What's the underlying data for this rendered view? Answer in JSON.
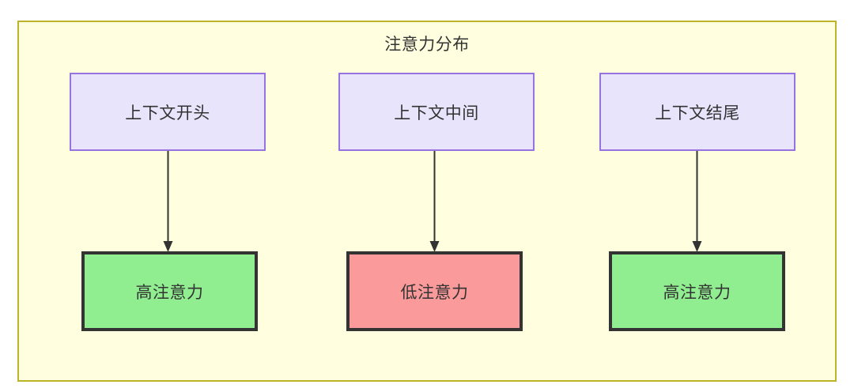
{
  "diagram": {
    "title": "注意力分布",
    "colors": {
      "container_fill": "#ffffe0",
      "container_border": "#bdb429",
      "context_fill": "#e8e4fb",
      "context_border": "#9773e0",
      "high_attention_fill": "#90ee90",
      "low_attention_fill": "#fa9a9a",
      "node_border_dark": "#333333",
      "edge": "#333333",
      "text": "#333333"
    },
    "context_nodes": [
      {
        "label": "上下文开头"
      },
      {
        "label": "上下文中间"
      },
      {
        "label": "上下文结尾"
      }
    ],
    "attention_nodes": [
      {
        "label": "高注意力",
        "level": "high"
      },
      {
        "label": "低注意力",
        "level": "low"
      },
      {
        "label": "高注意力",
        "level": "high"
      }
    ],
    "edges": [
      {
        "from": "上下文开头",
        "to": "高注意力",
        "arrow": "down-arrow-icon"
      },
      {
        "from": "上下文中间",
        "to": "低注意力",
        "arrow": "down-arrow-icon"
      },
      {
        "from": "上下文结尾",
        "to": "高注意力",
        "arrow": "down-arrow-icon"
      }
    ]
  }
}
